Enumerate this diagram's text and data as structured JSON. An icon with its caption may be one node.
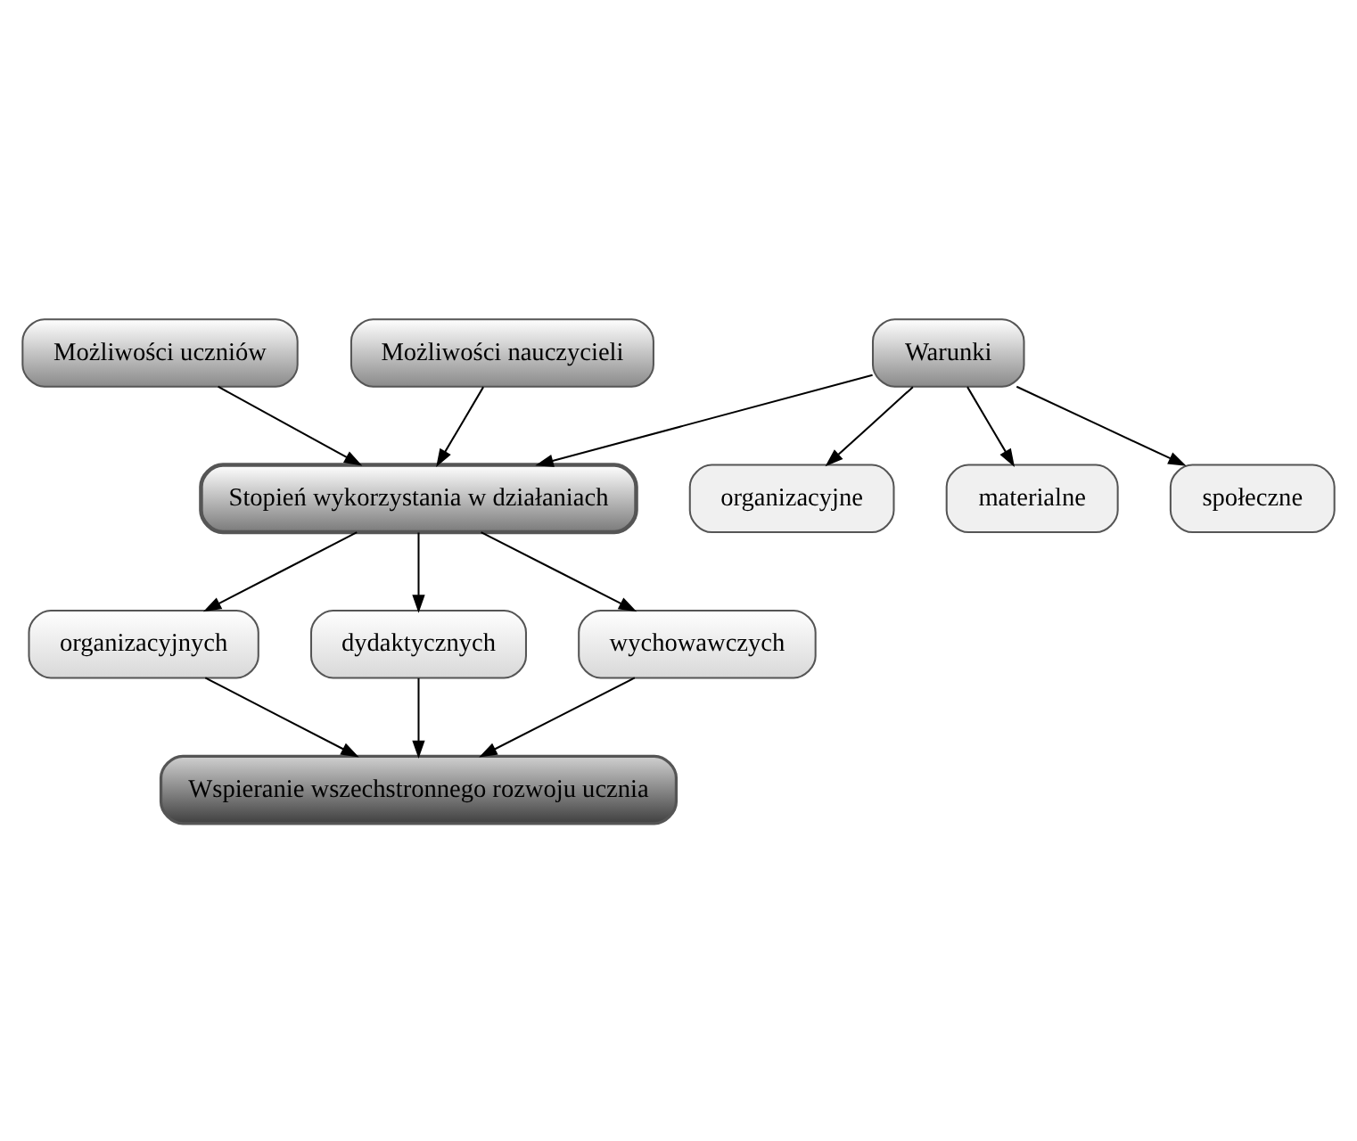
{
  "diagram": {
    "nodes": [
      {
        "text": [
          "Możliwości uczniów"
        ]
      },
      {
        "text": [
          "Możliwości nauczycieli"
        ]
      },
      {
        "text": [
          "Warunki"
        ]
      },
      {
        "text": [
          "Stopień wykorzystania w działaniach"
        ]
      },
      {
        "text": [
          "organizacyjne"
        ]
      },
      {
        "text": [
          "materialne"
        ]
      },
      {
        "text": [
          "społeczne"
        ]
      },
      {
        "text": [
          "organizacyjnych"
        ]
      },
      {
        "text": [
          "dydaktycznych"
        ]
      },
      {
        "text": [
          "wychowawczych"
        ]
      },
      {
        "text": [
          "Wspieranie wszechstronnego rozwoju ucznia"
        ]
      }
    ],
    "edges": [
      {
        "from": 0,
        "to": 3,
        "arrow": "to"
      },
      {
        "from": 1,
        "to": 3,
        "arrow": "to"
      },
      {
        "from": 2,
        "to": 3,
        "arrow": "to"
      },
      {
        "from": 2,
        "to": 4,
        "arrow": "to"
      },
      {
        "from": 2,
        "to": 5,
        "arrow": "to"
      },
      {
        "from": 2,
        "to": 6,
        "arrow": "to"
      },
      {
        "from": 3,
        "to": 7,
        "arrow": "to"
      },
      {
        "from": 3,
        "to": 8,
        "arrow": "to"
      },
      {
        "from": 3,
        "to": 9,
        "arrow": "to"
      },
      {
        "from": 7,
        "to": 10,
        "arrow": "to"
      },
      {
        "from": 8,
        "to": 10,
        "arrow": "to"
      },
      {
        "from": 9,
        "to": 10,
        "arrow": "to"
      }
    ]
  }
}
